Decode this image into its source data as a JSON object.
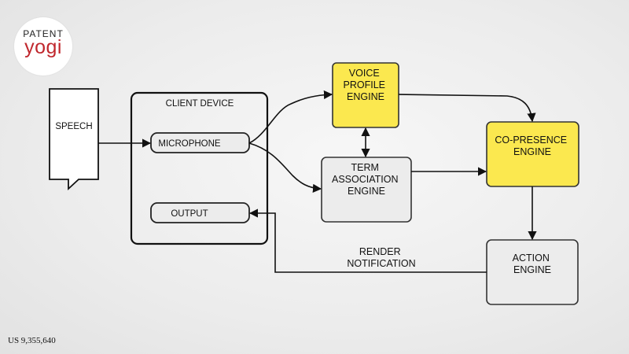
{
  "logo": {
    "line1": "PATENT",
    "line2": "yogi"
  },
  "patent_number": "US 9,355,640",
  "nodes": {
    "speech": {
      "lines": [
        "SPEECH"
      ]
    },
    "client_device": {
      "lines": [
        "CLIENT DEVICE"
      ]
    },
    "microphone": {
      "lines": [
        "MICROPHONE"
      ]
    },
    "output": {
      "lines": [
        "OUTPUT"
      ]
    },
    "voice_profile": {
      "lines": [
        "VOICE",
        "PROFILE",
        "ENGINE"
      ]
    },
    "term_association": {
      "lines": [
        "TERM",
        "ASSOCIATION",
        "ENGINE"
      ]
    },
    "co_presence": {
      "lines": [
        "CO-PRESENCE",
        "ENGINE"
      ]
    },
    "action": {
      "lines": [
        "ACTION",
        "ENGINE"
      ]
    }
  },
  "edge_labels": {
    "render_notification": [
      "RENDER",
      "NOTIFICATION"
    ]
  },
  "colors": {
    "highlight": "#fbe84f",
    "logo_accent": "#c0272d"
  }
}
